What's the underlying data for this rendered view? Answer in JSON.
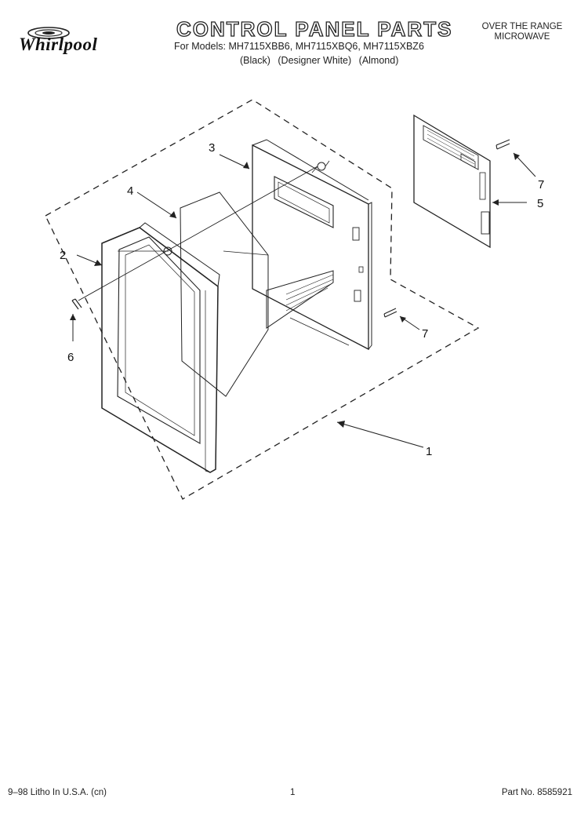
{
  "header": {
    "brand": "Whirlpool",
    "title": "CONTROL PANEL PARTS",
    "models_line": "For Models: MH7115XBB6, MH7115XBQ6, MH7115XBZ6",
    "color_variants": [
      "(Black)",
      "(Designer White)",
      "(Almond)"
    ],
    "category": [
      "OVER THE RANGE",
      "MICROWAVE"
    ]
  },
  "diagram": {
    "callouts": [
      "1",
      "2",
      "3",
      "4",
      "5",
      "6",
      "7",
      "7"
    ]
  },
  "footer": {
    "left": "9–98 Litho In U.S.A. (cn)",
    "center": "1",
    "right": "Part No. 8585921"
  }
}
